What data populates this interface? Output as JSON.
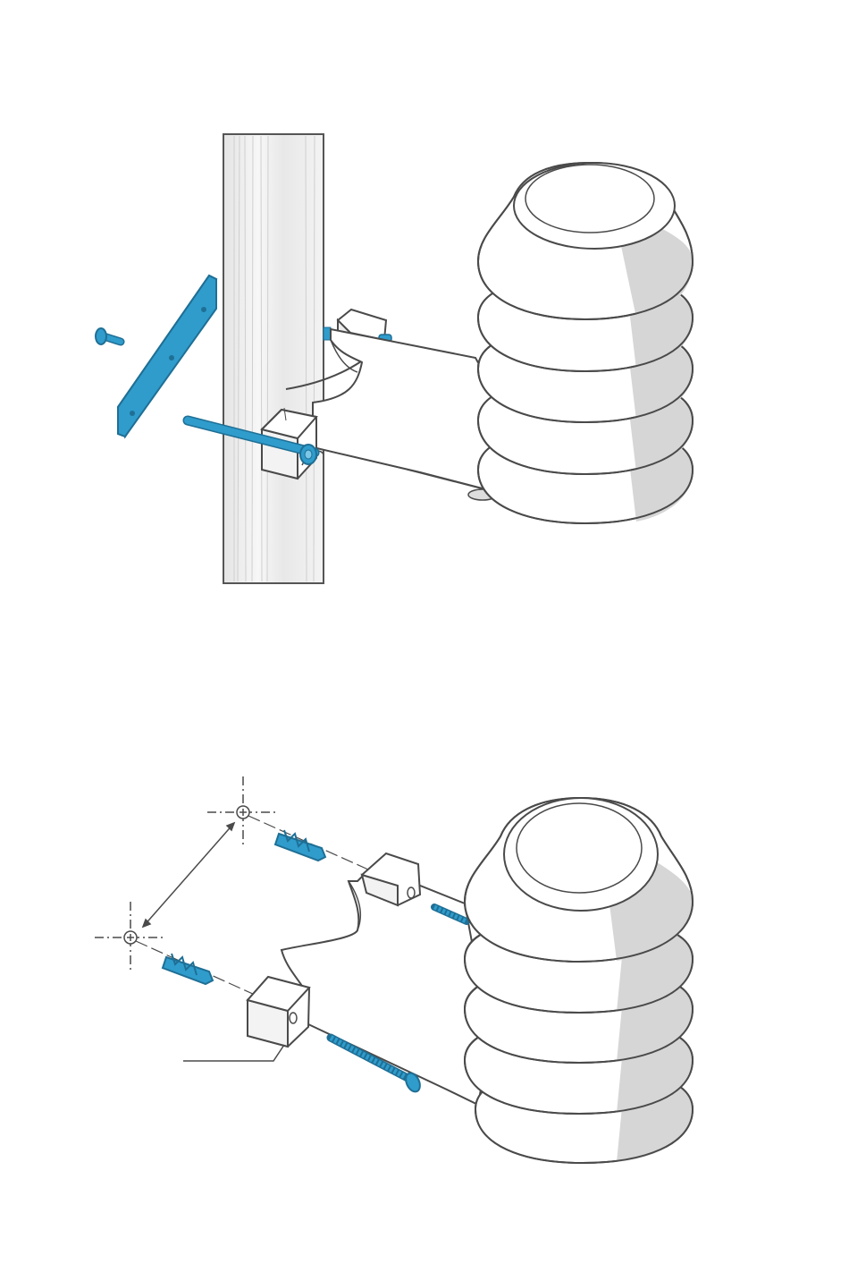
{
  "colors": {
    "background": "#ffffff",
    "outline": "#4a4a4a",
    "hardware_blue": "#2f9ccc",
    "hardware_blue_dark": "#1f6f95",
    "shade": "#d6d6d6",
    "pole_light": "#f2f2f2",
    "pole_mid": "#e2e2e2"
  },
  "figures": [
    {
      "id": "pole-mount",
      "parts": [
        "pole",
        "radiation-shield",
        "mounting-bracket",
        "backing-plate",
        "screw",
        "threaded-rod"
      ]
    },
    {
      "id": "wall-mount",
      "parts": [
        "radiation-shield",
        "mounting-bracket",
        "wall-anchors",
        "wood-screws",
        "drill-hole-marks",
        "leader-line"
      ]
    }
  ]
}
